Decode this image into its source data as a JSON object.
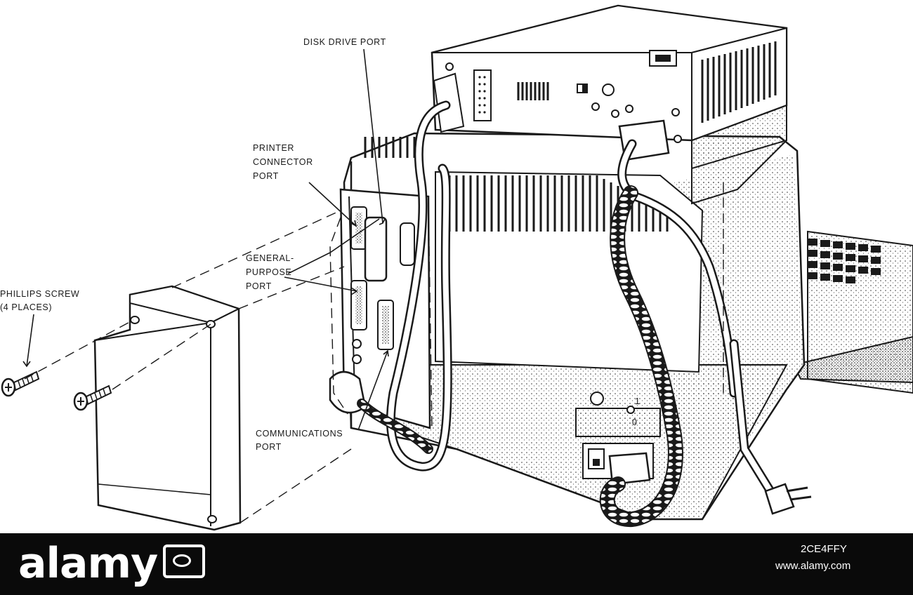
{
  "labels": {
    "disk_drive_port": "DISK DRIVE PORT",
    "printer_line1": "PRINTER",
    "printer_line2": "CONNECTOR",
    "printer_line3": "PORT",
    "general_line1": "GENERAL-",
    "general_line2": "PURPOSE",
    "general_line3": "PORT",
    "screw_line1": "PHILLIPS SCREW",
    "screw_line2": "(4 PLACES)",
    "comm_line1": "COMMUNICATIONS",
    "comm_line2": "PORT",
    "switch_on": "1",
    "switch_off": "0"
  },
  "watermark": {
    "brand": "alamy",
    "image_id": "2CE4FFY",
    "site": "www.alamy.com"
  },
  "colors": {
    "ink": "#1a1a1a",
    "paper": "#ffffff",
    "footer": "#0a0a0a"
  }
}
